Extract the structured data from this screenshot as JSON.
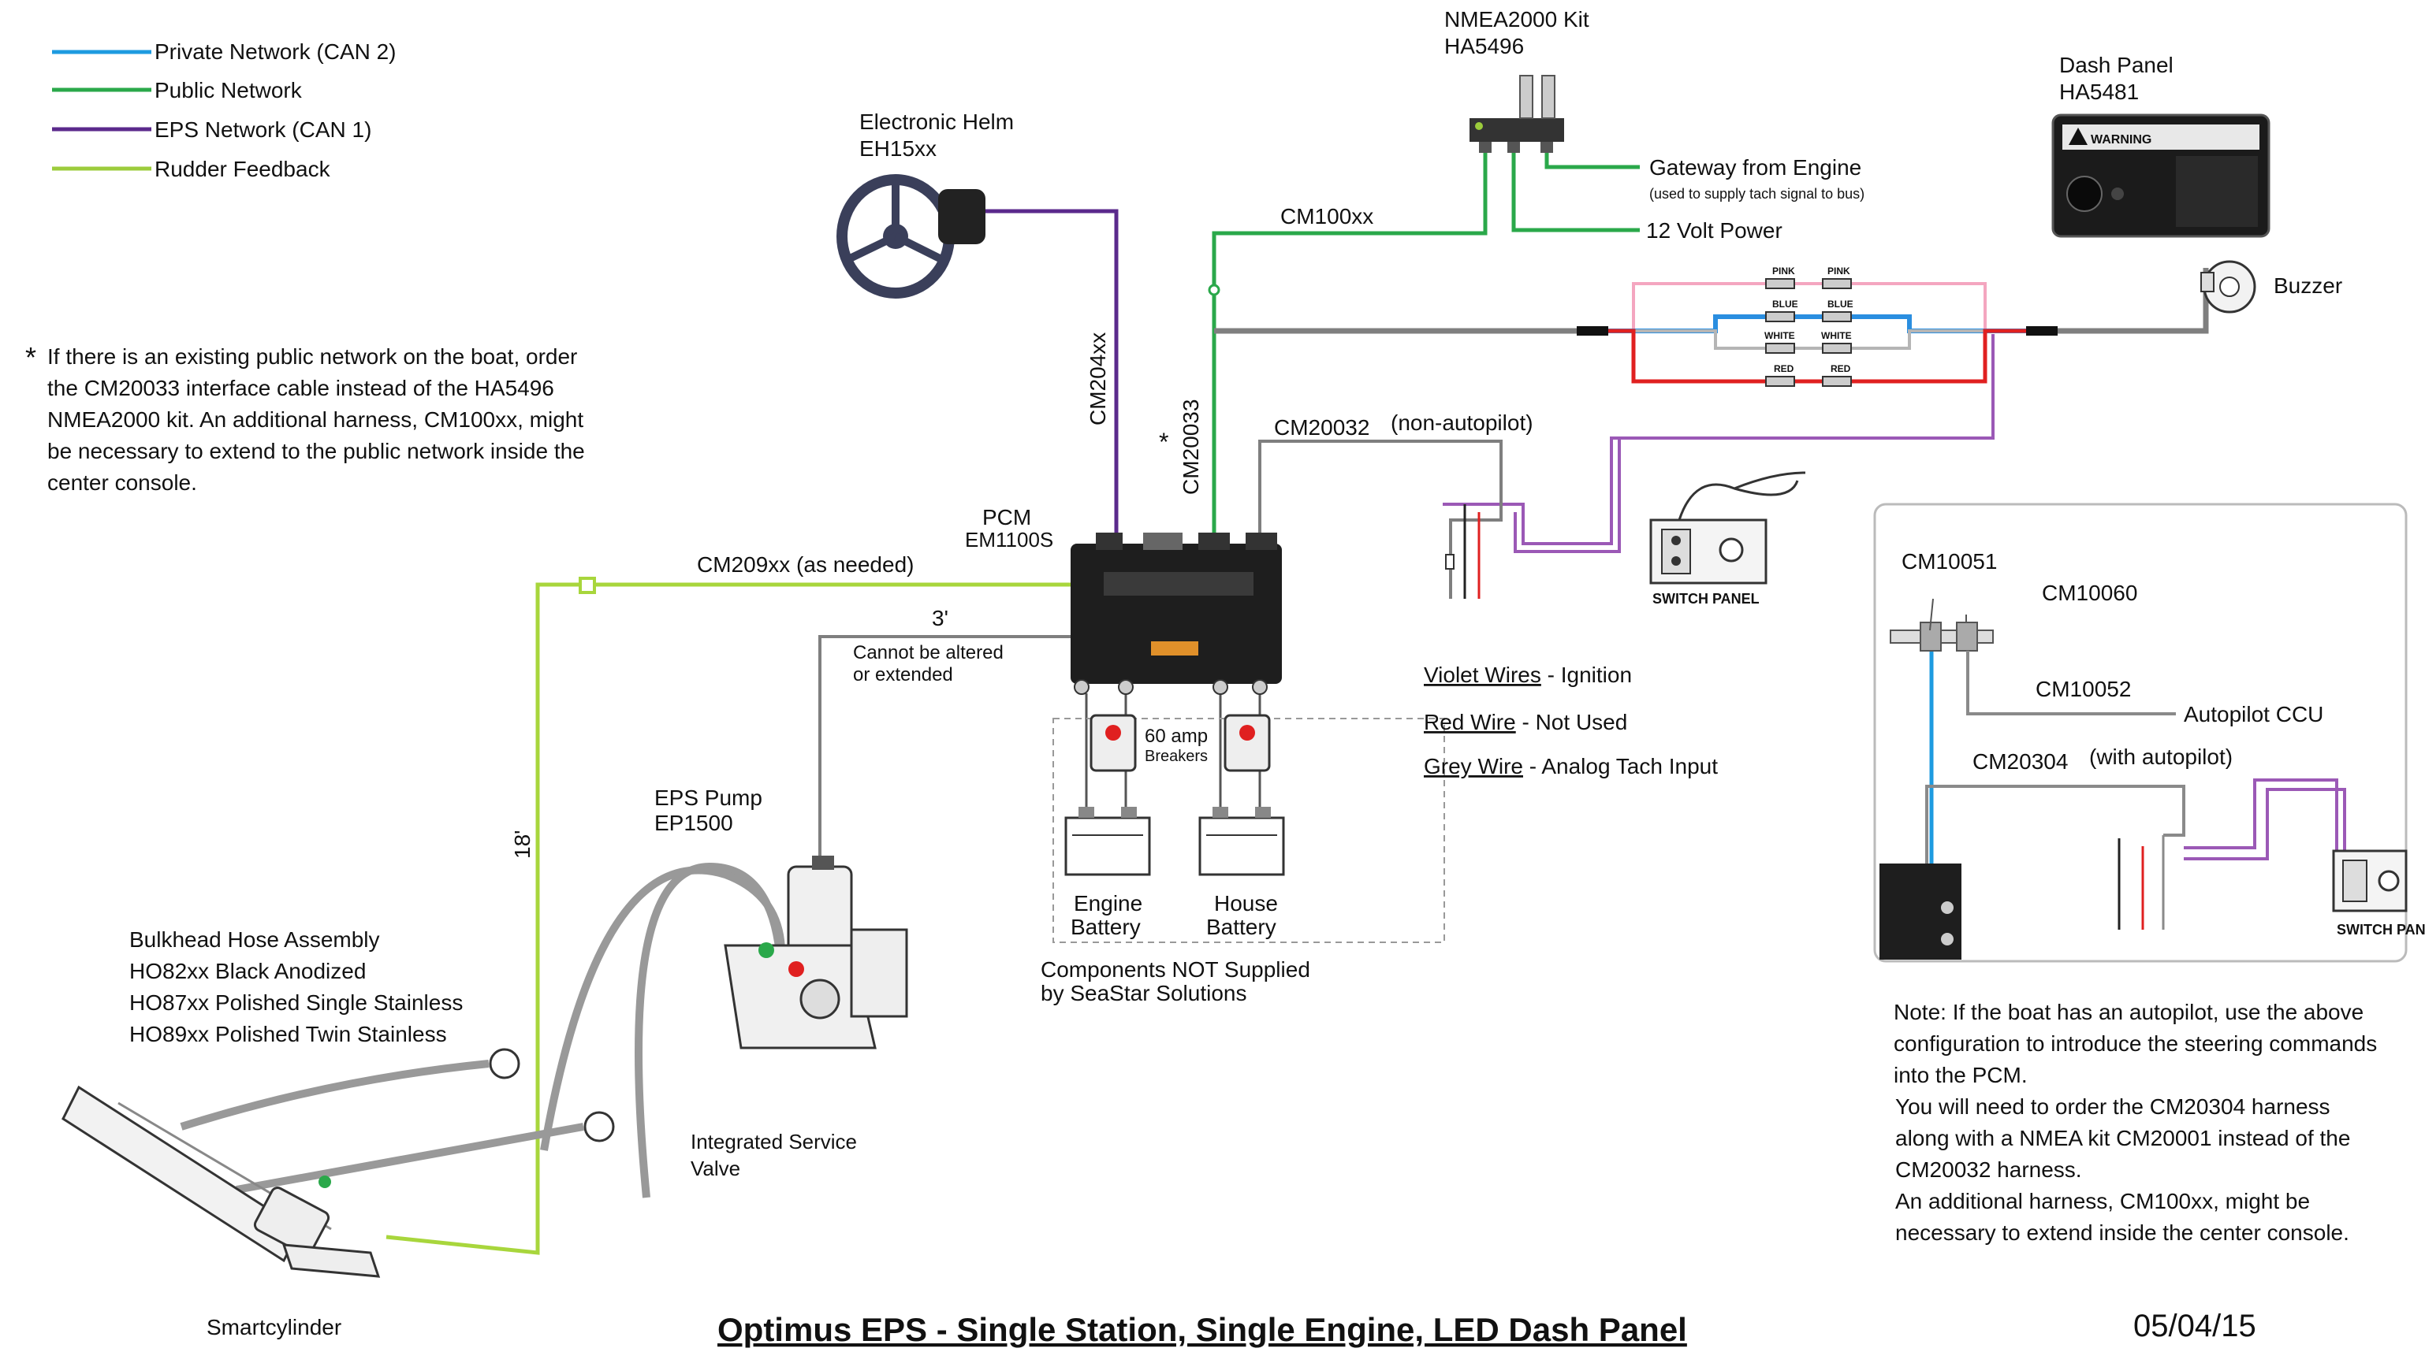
{
  "legend": {
    "items": [
      {
        "label": "Private Network (CAN 2)",
        "color": "#1e9be0"
      },
      {
        "label": "Public Network",
        "color": "#2aa84a"
      },
      {
        "label": "EPS Network (CAN 1)",
        "color": "#5b2a8c"
      },
      {
        "label": "Rudder Feedback",
        "color": "#9ccc3c"
      }
    ]
  },
  "colors": {
    "grey_wire": "#8a8a8a",
    "pink_wire": "#f4a6c0",
    "blue_wire": "#2a8ee0",
    "red_wire": "#e02020",
    "violet_wire": "#9b59b6",
    "rudder_green": "#a8d63c"
  },
  "components": {
    "nmea_kit": {
      "title": "NMEA2000 Kit",
      "part": "HA5496"
    },
    "dash_panel": {
      "title": "Dash Panel",
      "part": "HA5481"
    },
    "helm": {
      "title": "Electronic Helm",
      "part": "EH15xx"
    },
    "gateway": {
      "title": "Gateway from Engine",
      "note": "(used to supply tach signal to bus)"
    },
    "power": {
      "title": "12 Volt Power"
    },
    "buzzer": {
      "title": "Buzzer"
    },
    "pcm": {
      "title": "PCM",
      "part": "EM1100S"
    },
    "pump": {
      "title": "EPS Pump",
      "part": "EP1500"
    },
    "hose": {
      "title": "Bulkhead Hose Assembly",
      "lines": [
        "HO82xx  Black Anodized",
        "HO87xx  Polished Single Stainless",
        "HO89xx  Polished Twin Stainless"
      ]
    },
    "valve": {
      "line1": "Integrated Service",
      "line2": "Valve"
    },
    "cylinder": {
      "title": "Smartcylinder"
    },
    "breakers": {
      "line1": "60 amp",
      "line2": "Breakers"
    },
    "engine_battery": {
      "line1": "Engine",
      "line2": "Battery"
    },
    "house_battery": {
      "line1": "House",
      "line2": "Battery"
    },
    "not_supplied": {
      "line1": "Components NOT Supplied",
      "line2": "by SeaStar Solutions"
    },
    "switch_panel": {
      "label": "SWITCH PANEL"
    },
    "switch_panel_2": {
      "label": "SWITCH PANE"
    },
    "dash_warning": {
      "label": "WARNING"
    }
  },
  "cables": {
    "cm100xx": "CM100xx",
    "cm204xx": "CM204xx",
    "cm20033": "CM20033",
    "cm20033_star": "*",
    "cm20032": "CM20032",
    "cm20032_note": "(non-autopilot)",
    "cm209xx": "CM209xx (as needed)",
    "three_ft": "3'",
    "cannot_alter_1": "Cannot be altered",
    "cannot_alter_2": "or extended",
    "eighteen_ft": "18'"
  },
  "fuse_labels": {
    "pink_l": "PINK",
    "pink_r": "PINK",
    "blue_l": "BLUE",
    "blue_r": "BLUE",
    "white_l": "WHITE",
    "white_r": "WHITE",
    "red_l": "RED",
    "red_r": "RED"
  },
  "footnote": {
    "star": "*",
    "lines": [
      "If there is an existing public network on the boat, order",
      "the CM20033 interface cable instead of the HA5496",
      "NMEA2000 kit. An additional harness, CM100xx, might",
      "be necessary to extend to the public network inside the",
      "center console."
    ]
  },
  "wire_key": [
    {
      "name": "Violet Wires",
      "desc": " - Ignition"
    },
    {
      "name": "Red Wire",
      "desc": " - Not Used"
    },
    {
      "name": "Grey Wire",
      "desc": " - Analog Tach Input"
    }
  ],
  "autopilot_inset": {
    "cm10051": "CM10051",
    "cm10060": "CM10060",
    "cm10052": "CM10052",
    "ccu": "Autopilot CCU",
    "cm20304": "CM20304",
    "cm20304_note": "(with autopilot)"
  },
  "note": {
    "lines": [
      "Note: If the boat has an autopilot, use the above",
      "configuration to introduce the steering commands",
      "into the PCM.",
      "You will need to order the CM20304 harness",
      "along with a NMEA kit CM20001 instead of the",
      "CM20032 harness.",
      "An additional harness, CM100xx, might be",
      "necessary to extend inside the center console."
    ]
  },
  "footer": {
    "title": "Optimus EPS - Single Station, Single Engine, LED Dash Panel",
    "date": "05/04/15"
  }
}
